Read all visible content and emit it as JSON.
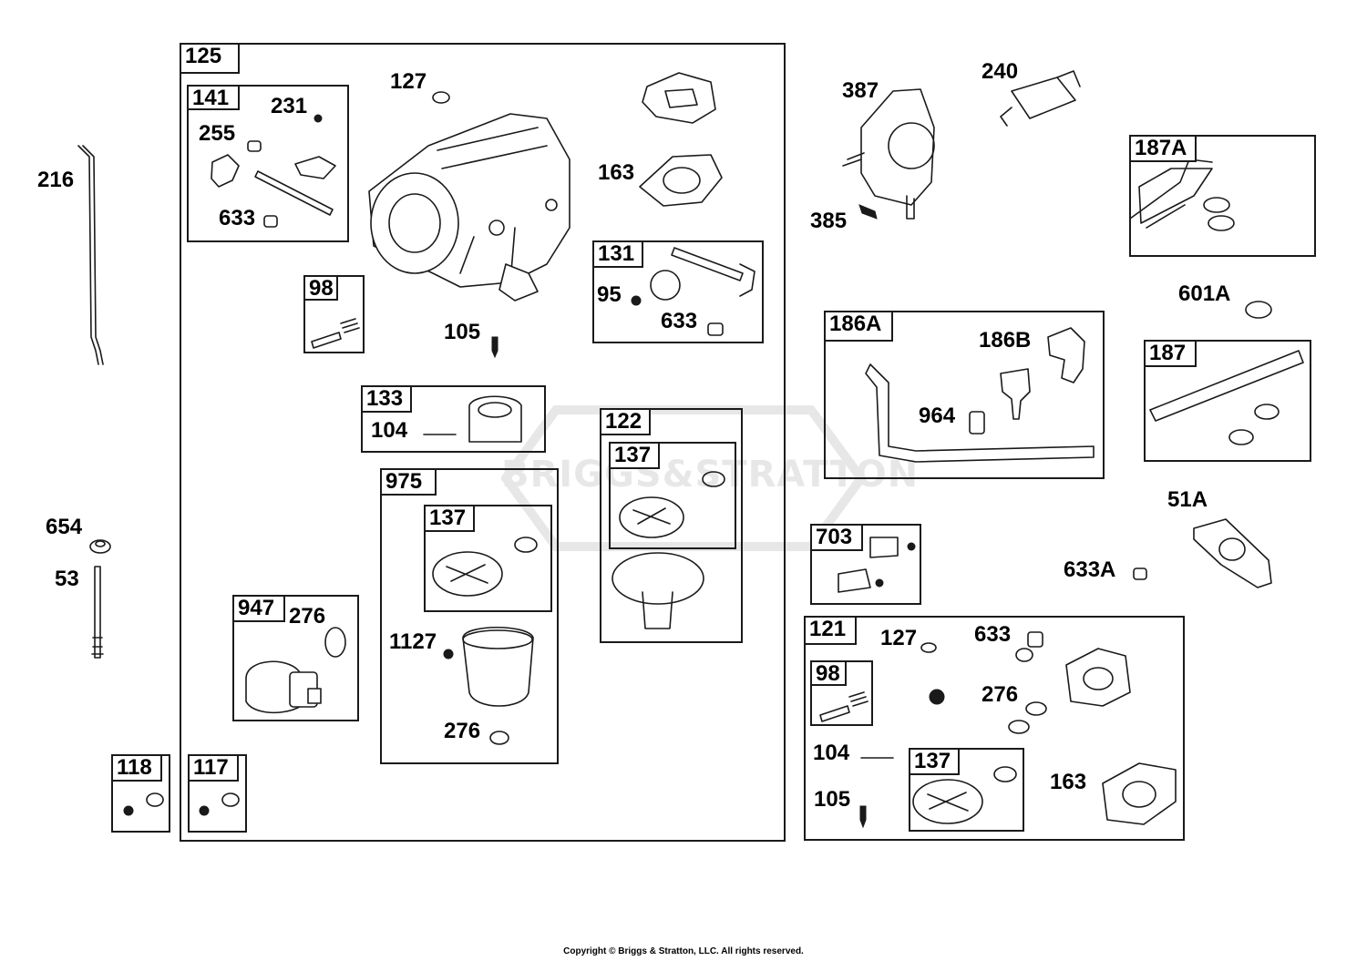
{
  "watermark": "BRIGGS&STRATTON",
  "copyright": "Copyright © Briggs & Stratton, LLC. All rights reserved.",
  "boxes": {
    "b125": "125",
    "b141": "141",
    "b98a": "98",
    "b131": "131",
    "b133": "133",
    "b122": "122",
    "b137a": "137",
    "b975": "975",
    "b137b": "137",
    "b947": "947",
    "b118": "118",
    "b117": "117",
    "b187a": "187A",
    "b186a": "186A",
    "b187": "187",
    "b703": "703",
    "b121": "121",
    "b98b": "98",
    "b137c": "137"
  },
  "labels": {
    "l216": "216",
    "l654": "654",
    "l53": "53",
    "l127a": "127",
    "l231": "231",
    "l255": "255",
    "l633a": "633",
    "l163a": "163",
    "l95": "95",
    "l633b": "633",
    "l105a": "105",
    "l104a": "104",
    "l276a": "276",
    "l1127": "1127",
    "l276b": "276",
    "l387": "387",
    "l240": "240",
    "l385": "385",
    "l601a": "601A",
    "l186b": "186B",
    "l964": "964",
    "l51a": "51A",
    "l633c": "633A",
    "l127b": "127",
    "l633d": "633",
    "l276c": "276",
    "l104b": "104",
    "l105b": "105",
    "l163b": "163"
  }
}
